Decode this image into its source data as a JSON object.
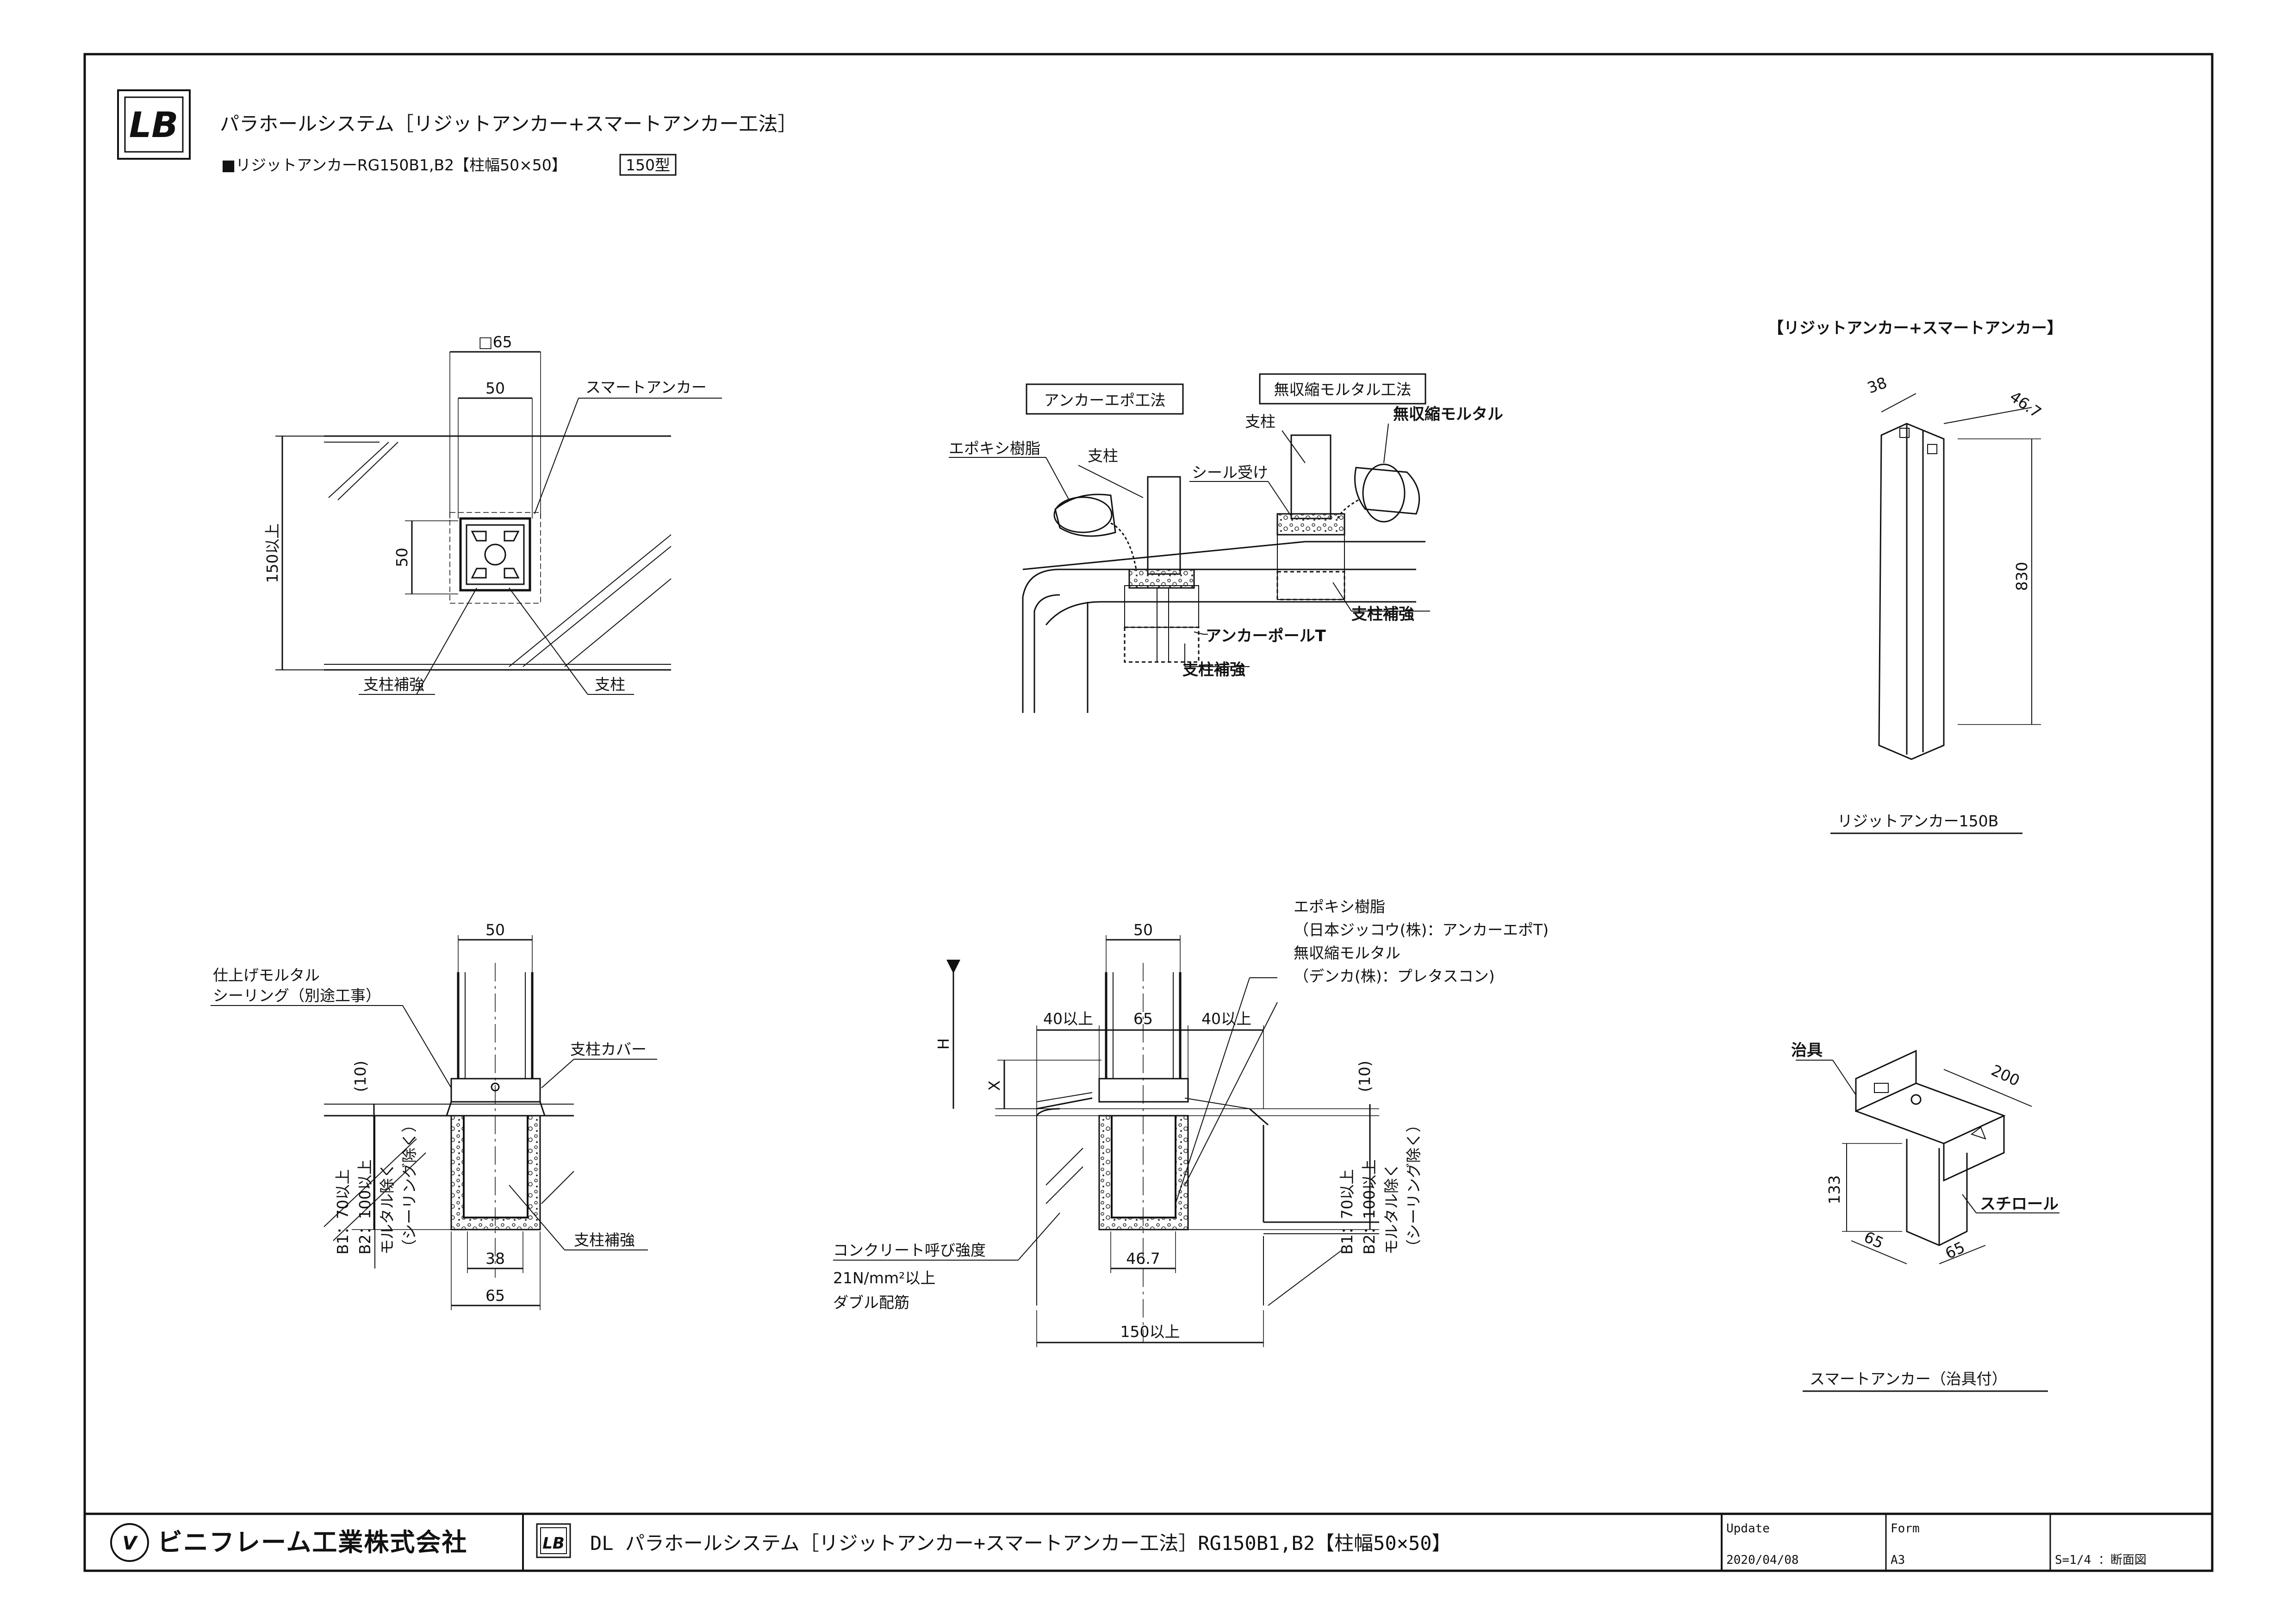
{
  "header": {
    "logo_text": "LB",
    "title": "パラホールシステム［リジットアンカー+スマートアンカー工法］",
    "subtitle": "■リジットアンカーRG150B1,B2【柱幅50×50】",
    "type_badge": "150型"
  },
  "plan_view": {
    "dim_65": "□65",
    "dim_50_top": "50",
    "dim_50_side": "50",
    "dim_150": "150以上",
    "smart_anchor": "スマートアンカー",
    "post_reinforcement": "支柱補強",
    "post": "支柱"
  },
  "installation": {
    "box_epoxy_method": "アンカーエポ工法",
    "box_mortar_method": "無収縮モルタル工法",
    "epoxy_resin": "エポキシ樹脂",
    "post_left": "支柱",
    "post_right": "支柱",
    "seal_receiver": "シール受け",
    "non_shrink_mortar": "無収縮モルタル",
    "post_reinforcement_right": "支柱補強",
    "anchor_pole": "アンカーポールT",
    "post_reinforcement_center": "支柱補強"
  },
  "rigid_product": {
    "heading": "【リジットアンカー+スマートアンカー】",
    "dim_38": "38",
    "dim_467": "46.7",
    "dim_830": "830",
    "caption": "リジットアンカー150B"
  },
  "section_left": {
    "dim_50": "50",
    "finish_mortar": "仕上げモルタル",
    "sealing": "シーリング（別途工事）",
    "post_cover": "支柱カバー",
    "dim_10": "(10)",
    "post_reinforcement": "支柱補強",
    "dim_38": "38",
    "dim_65": "65",
    "depth_note": [
      "B1：70以上",
      "B2：100以上",
      "モルタル除く",
      "（シーリング除く）"
    ]
  },
  "section_right": {
    "epoxy_note": [
      "エポキシ樹脂",
      "（日本ジッコウ(株)：アンカーエポT)",
      "無収縮モルタル",
      "（デンカ(株)：プレタスコン)"
    ],
    "dim_50": "50",
    "dim_40_left": "40以上",
    "dim_65": "65",
    "dim_40_right": "40以上",
    "label_h": "H",
    "label_x": "X",
    "dim_10": "(10)",
    "concrete_note": [
      "コンクリート呼び強度",
      "21N/mm²以上",
      "ダブル配筋"
    ],
    "dim_467": "46.7",
    "dim_150": "150以上",
    "depth_note": [
      "B1：70以上",
      "B2：100以上",
      "モルタル除く",
      "（シーリング除く）"
    ]
  },
  "smart_product": {
    "jig": "治具",
    "dim_200": "200",
    "dim_133": "133",
    "styrofoam": "スチロール",
    "dim_65_left": "65",
    "dim_65_right": "65",
    "caption": "スマートアンカー（治具付）"
  },
  "title_block": {
    "company": "ビニフレーム工業株式会社",
    "logo_text": "LB",
    "drawing_title": "DL パラホールシステム［リジットアンカー+スマートアンカー工法］RG150B1,B2【柱幅50×50】",
    "update_label": "Update",
    "update_value": "2020/04/08",
    "form_label": "Form",
    "form_value": "A3",
    "scale": "S=1/4 ：断面図"
  }
}
